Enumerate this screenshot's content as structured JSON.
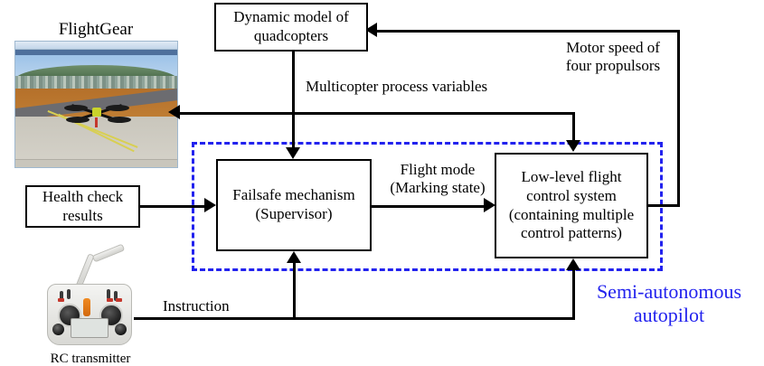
{
  "diagram": {
    "title": "Semi-autonomous autopilot architecture for quadcopters",
    "accent_color": "#2222ee",
    "line_color": "#000000",
    "background": "#ffffff"
  },
  "boxes": {
    "dynamic_model": "Dynamic model of\nquadcopters",
    "failsafe": "Failsafe mechanism\n(Supervisor)",
    "lowlevel": "Low-level flight\ncontrol system\n(containing multiple\ncontrol patterns)",
    "health_check": "Health check\nresults"
  },
  "labels": {
    "flightgear": "FlightGear",
    "rc_transmitter": "RC transmitter",
    "motor_speed": "Motor speed of\nfour propulsors",
    "process_variables": "Multicopter process variables",
    "flight_mode": "Flight mode\n(Marking state)",
    "instruction": "Instruction",
    "semi_autonomous": "Semi-autonomous\nautopilot"
  },
  "regions": {
    "autopilot_boundary": "Semi-autonomous autopilot boundary (blue dashed)"
  },
  "images": {
    "flightgear_window": "flightgear-simulator-screenshot",
    "rc_transmitter_photo": "rc-transmitter-photo"
  }
}
